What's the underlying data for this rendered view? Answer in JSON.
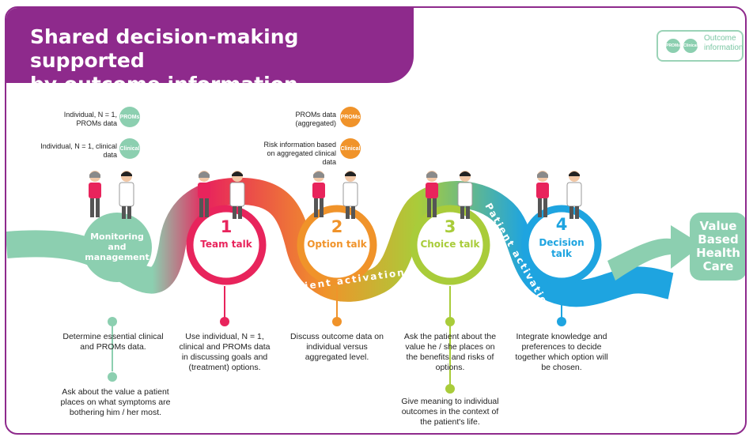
{
  "title": {
    "line1": "Shared decision-making supported",
    "line2": "by outcome information"
  },
  "legend": {
    "badge_proms": "PROMs",
    "badge_clinical": "Clinical",
    "text": "Outcome information"
  },
  "left_panel": {
    "proms_label": "Individual, N = 1, PROMs data",
    "clinical_label": "Individual, N = 1, clinical data",
    "stage_label": "Monitoring and management",
    "desc1": "Determine essential clinical and PROMs data.",
    "desc2": "Ask about the value a patient places on what symptoms are bothering him / her most."
  },
  "middle_panel": {
    "proms_label": "PROMs data (aggregated)",
    "clinical_label": "Risk information based on aggregated clinical data"
  },
  "badges": {
    "proms": "PROMs",
    "clinical": "Clinical"
  },
  "steps": [
    {
      "number": "1",
      "label": "Team talk",
      "color": "#e8245c",
      "desc": "Use individual, N = 1, clinical and PROMs data in discussing goals and (treatment) options."
    },
    {
      "number": "2",
      "label": "Option talk",
      "color": "#f0932a",
      "desc": "Discuss outcome data on individual versus aggregated level."
    },
    {
      "number": "3",
      "label": "Choice talk",
      "color": "#a9cc3a",
      "desc": "Ask the patient about the value he / she places on the benefits and risks of options.",
      "desc2": "Give meaning to individual outcomes in the context of the patient's life."
    },
    {
      "number": "4",
      "label": "Decision talk",
      "color": "#1ea4e0",
      "desc": "Integrate knowledge and preferences to decide together which option will be chosen."
    }
  ],
  "band_text": "Patient activation",
  "outcome_arrow": "Value Based Health Care",
  "colors": {
    "purple": "#8e2a8c",
    "green": "#8ccfb0",
    "pink": "#e8245c",
    "orange": "#f0932a",
    "lime": "#a9cc3a",
    "blue": "#1ea4e0"
  }
}
